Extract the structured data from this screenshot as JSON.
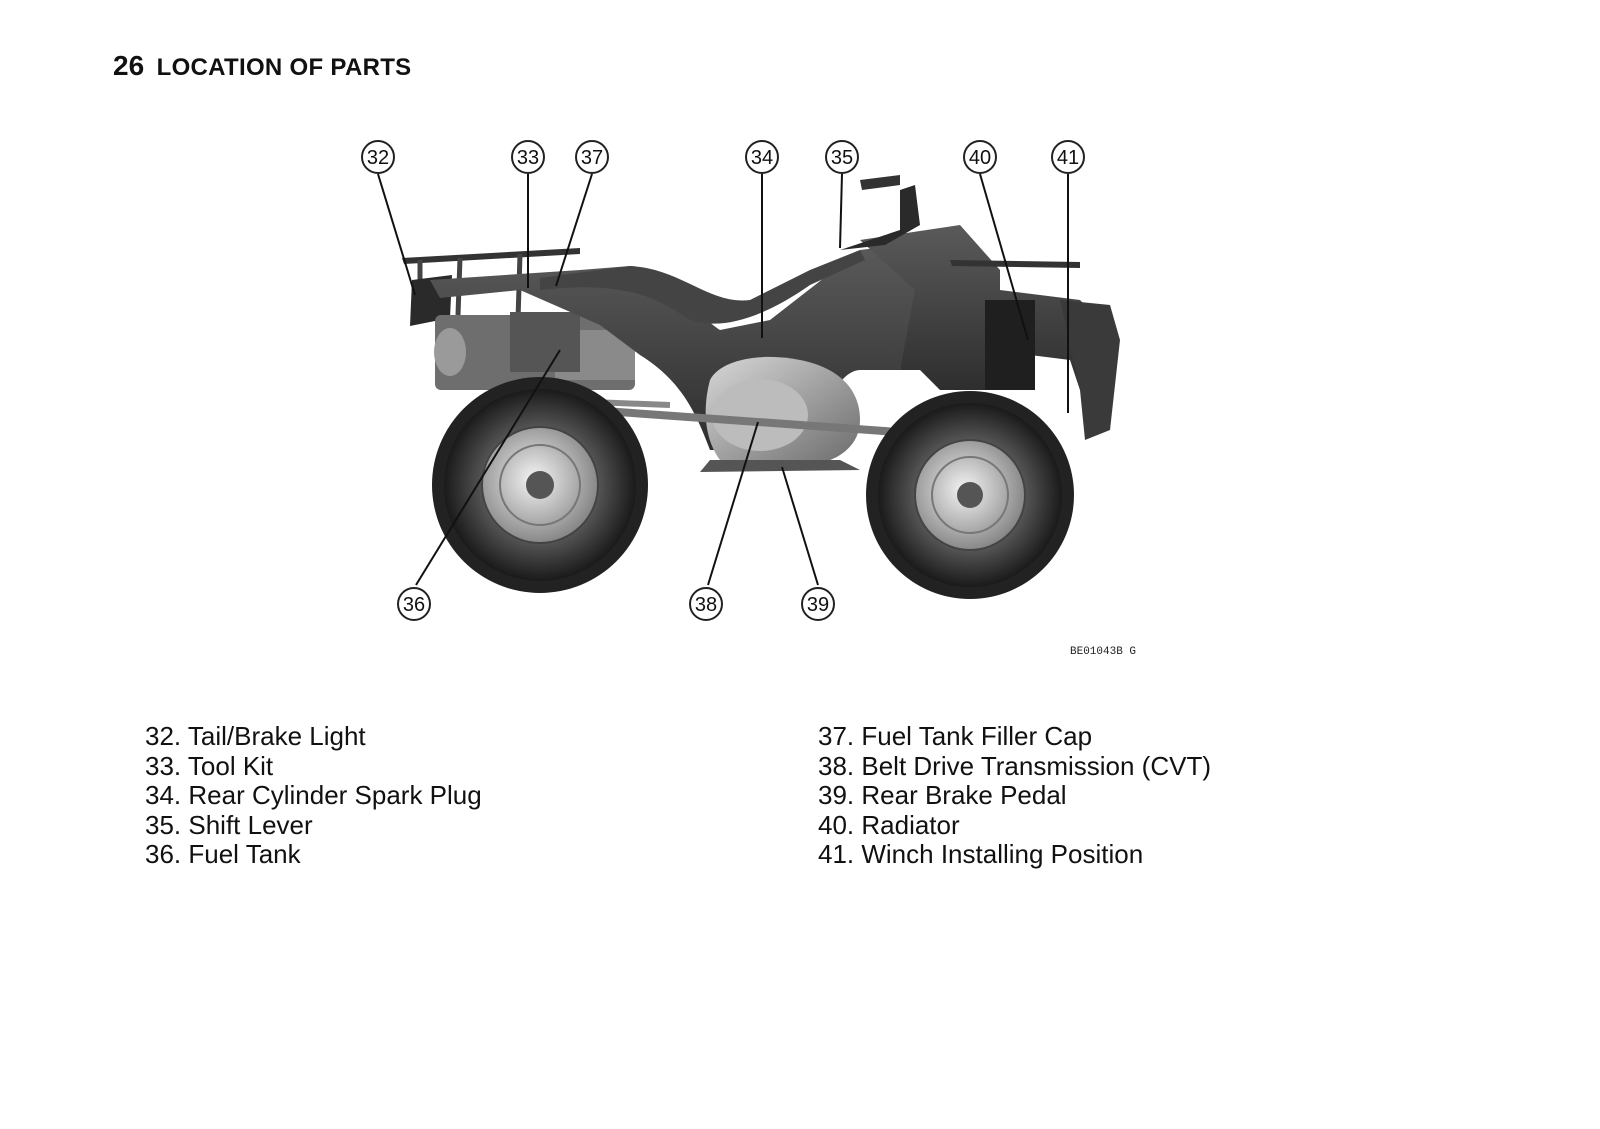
{
  "header": {
    "page_number": "26",
    "section_title": "LOCATION OF PARTS"
  },
  "figure": {
    "callouts": [
      "32",
      "33",
      "37",
      "34",
      "35",
      "40",
      "41",
      "36",
      "38",
      "39"
    ],
    "figure_code": "BE01043B  G"
  },
  "legend": {
    "left": [
      "32. Tail/Brake Light",
      "33. Tool Kit",
      "34. Rear Cylinder Spark Plug",
      "35. Shift Lever",
      "36. Fuel Tank"
    ],
    "right": [
      "37. Fuel Tank Filler Cap",
      "38. Belt Drive Transmission (CVT)",
      "39. Rear Brake Pedal",
      "40. Radiator",
      "41. Winch Installing Position"
    ]
  }
}
